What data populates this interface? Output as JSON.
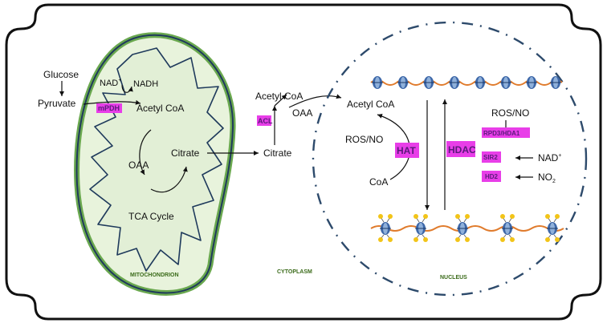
{
  "labels": {
    "glucose": "Glucose",
    "pyruvate": "Pyruvate",
    "nad_plus": "NAD",
    "nadh": "NADH",
    "mpdh": "mPDH",
    "acetyl_coa_mito": "Acetyl CoA",
    "oaa_mito": "OAA",
    "citrate_mito": "Citrate",
    "tca_cycle": "TCA Cycle",
    "mitochondrion": "MITOCHONDRION",
    "acetyl_coa_cyto": "Acetyl CoA",
    "oaa_cyto": "OAA",
    "acl": "ACL",
    "citrate_cyto": "Citrate",
    "cytoplasm": "CYTOPLASM",
    "acetyl_coa_nuc": "Acetyl CoA",
    "ros_no_left": "ROS/NO",
    "hat": "HAT",
    "coa": "CoA",
    "hdac": "HDAC",
    "ros_no_right": "ROS/NO",
    "rpd3_hda1": "RPD3/HDA1",
    "sir2": "SIR2",
    "hd2": "HD2",
    "nad_plus_right": "NAD",
    "no2": "NO",
    "nucleus": "NUCLEUS"
  },
  "colors": {
    "tag_fill": "#e83ee8",
    "tag_text": "#5a1a7a",
    "mito_fill": "#e8f3dc",
    "mito_outer": "#6aa84f",
    "mito_inner": "#1f3a5c",
    "nucleus_dash": "#2d4a6b",
    "dna": "#e07b2c",
    "histone": "#3d67a8",
    "acetyl": "#f2c418"
  }
}
